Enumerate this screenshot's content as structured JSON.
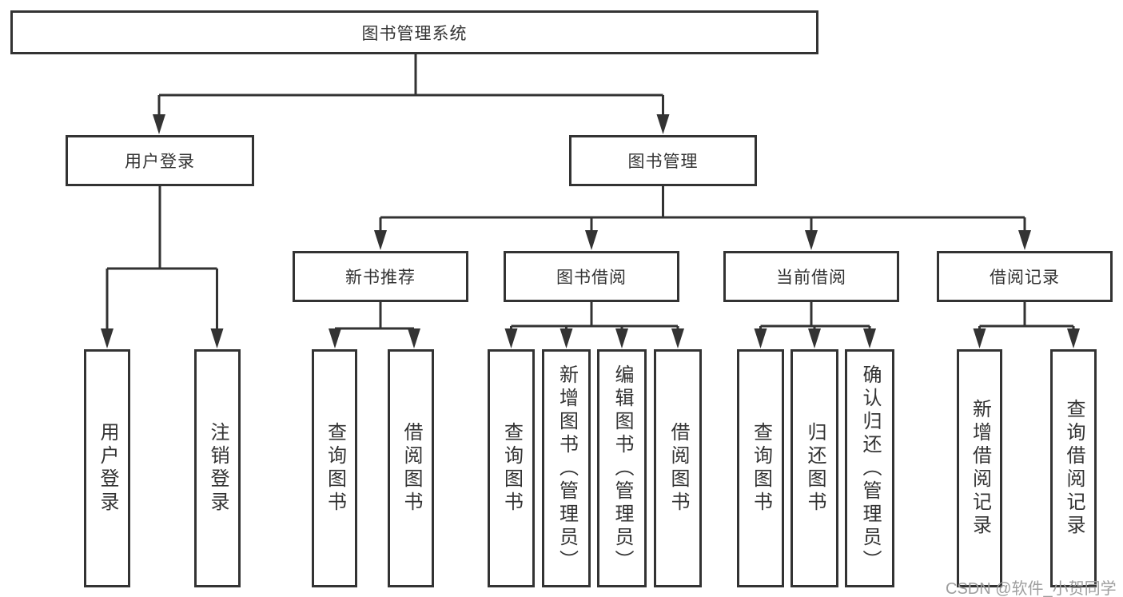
{
  "diagram": {
    "root": {
      "label": "图书管理系统"
    },
    "branches": {
      "user_login": {
        "label": "用户登录",
        "children": {
          "user_login": "用户登录",
          "logout": "注销登录"
        }
      },
      "book_management": {
        "label": "图书管理",
        "sections": {
          "new_book_recommend": {
            "label": "新书推荐",
            "children": {
              "query_book": "查询图书",
              "borrow_book": "借阅图书"
            }
          },
          "book_borrowing": {
            "label": "图书借阅",
            "children": {
              "query_book": "查询图书",
              "add_book_admin": "新增图书（管理员）",
              "edit_book_admin": "编辑图书（管理员）",
              "borrow_book": "借阅图书"
            }
          },
          "current_borrowing": {
            "label": "当前借阅",
            "children": {
              "query_book": "查询图书",
              "return_book": "归还图书",
              "confirm_return_admin": "确认归还（管理员）"
            }
          },
          "borrowing_records": {
            "label": "借阅记录",
            "children": {
              "add_borrow_record": "新增借阅记录",
              "query_borrow_record": "查询借阅记录"
            }
          }
        }
      }
    }
  },
  "watermark": "CSDN @软件_小贺同学",
  "colors": {
    "line": "#333333",
    "text": "#333333",
    "box_background": "#ffffff",
    "watermark": "#9e9e9e",
    "background": "#ffffff"
  }
}
